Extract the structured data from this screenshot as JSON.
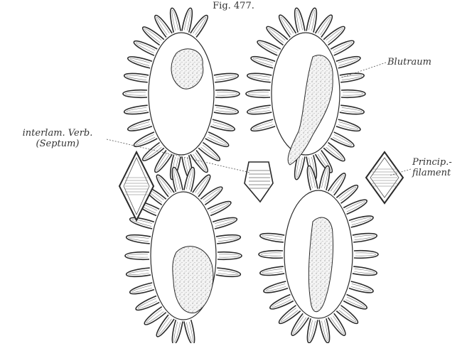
{
  "figure": {
    "caption": "Fig. 477.",
    "labels": {
      "blutraum": "Blutraum",
      "interlam_line1": "interlam. Verb.",
      "interlam_line2": "(Septum)",
      "princip_line1": "Princip.-",
      "princip_line2": "filament"
    }
  },
  "colors": {
    "ink": "#2a2a2a",
    "stipple": "#9a9a9a",
    "paper": "#ffffff"
  }
}
